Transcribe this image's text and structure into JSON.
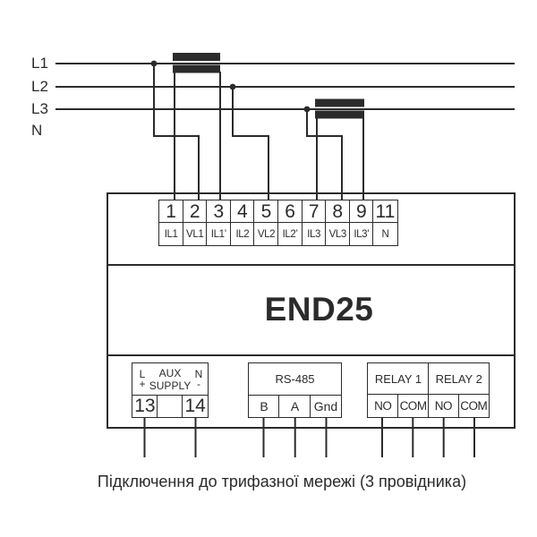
{
  "colors": {
    "ink": "#2b2b2b"
  },
  "phases": {
    "l1": "L1",
    "l2": "L2",
    "l3": "L3",
    "n": "N"
  },
  "device": {
    "model": "END25"
  },
  "terminal_strip": {
    "cells": [
      {
        "number": "1",
        "label": "IL1"
      },
      {
        "number": "2",
        "label": "VL1"
      },
      {
        "number": "3",
        "label": "IL1’"
      },
      {
        "number": "4",
        "label": "IL2"
      },
      {
        "number": "5",
        "label": "VL2"
      },
      {
        "number": "6",
        "label": "IL2’"
      },
      {
        "number": "7",
        "label": "IL3"
      },
      {
        "number": "8",
        "label": "VL3"
      },
      {
        "number": "9",
        "label": "IL3’"
      },
      {
        "number": "11",
        "label": "N"
      }
    ]
  },
  "aux_supply": {
    "title_line1": "AUX",
    "title_line2": "SUPPLY",
    "left_top": "L",
    "left_bottom": "+",
    "right_top": "N",
    "right_bottom": "-",
    "terminals": [
      "13",
      "",
      "14"
    ]
  },
  "rs485": {
    "title": "RS-485",
    "terminals": [
      "B",
      "A",
      "Gnd"
    ]
  },
  "relays": {
    "relay1_title": "RELAY 1",
    "relay2_title": "RELAY 2",
    "terminals": [
      "NO",
      "COM",
      "NO",
      "COM"
    ]
  },
  "caption": "Підключення до трифазної мережі (3 провідника)"
}
